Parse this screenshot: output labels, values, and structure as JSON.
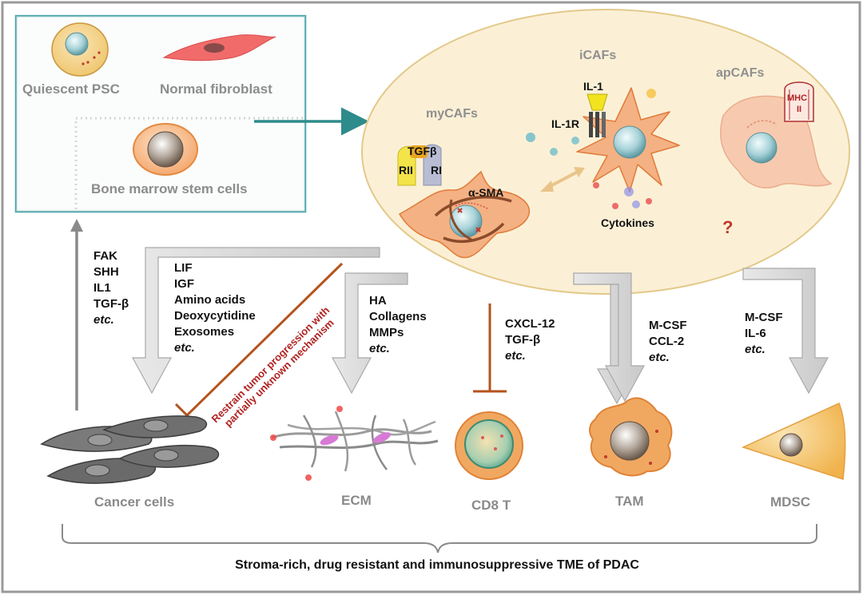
{
  "origins": {
    "quiescent_psc": "Quiescent  PSC",
    "normal_fibroblast": "Normal fibroblast",
    "bone_marrow": "Bone marrow stem cells"
  },
  "caf_subtypes": {
    "mycafs": "myCAFs",
    "icafs": "iCAFs",
    "apcafs": "apCAFs",
    "tgfb": "TGFβ",
    "rii": "RII",
    "ri": "RI",
    "asma": "α-SMA",
    "il1": "IL-1",
    "il1r": "IL-1R",
    "cytokines": "Cytokines",
    "mhc": "MHC",
    "mhc2": "II",
    "unknown": "?"
  },
  "signals": {
    "cancer_to_caf": [
      "FAK",
      "SHH",
      "IL1",
      "TGF-β",
      "etc."
    ],
    "caf_to_cancer": [
      "LIF",
      "IGF",
      "Amino acids",
      "Deoxycytidine",
      "Exosomes",
      "etc."
    ],
    "restrain": [
      "Restrain tumor progression with",
      "partially unknown mechanism"
    ],
    "ecm": [
      "HA",
      "Collagens",
      "MMPs",
      "etc."
    ],
    "cd8": [
      "CXCL-12",
      "TGF-β",
      "etc."
    ],
    "tam": [
      "M-CSF",
      "CCL-2",
      "etc."
    ],
    "mdsc": [
      "M-CSF",
      "IL-6",
      "etc."
    ]
  },
  "targets": {
    "cancer_cells": "Cancer cells",
    "ecm": "ECM",
    "cd8": "CD8 T",
    "tam": "TAM",
    "mdsc": "MDSC"
  },
  "footer": "Stroma-rich, drug resistant and immunosuppressive TME of PDAC",
  "colors": {
    "frame": "#9a9a9a",
    "origin_box": "#4aa3a8",
    "teal_arrow": "#2e8b8b",
    "ellipse_fill": "#fbf0d6",
    "ellipse_stroke": "#e3c98a",
    "inhibit": "#b5531c",
    "restrain_text": "#b22222",
    "caf_cell": "#f4b183",
    "caf_cell_stroke": "#e07b39",
    "nucleus": "#a9d3d8"
  }
}
